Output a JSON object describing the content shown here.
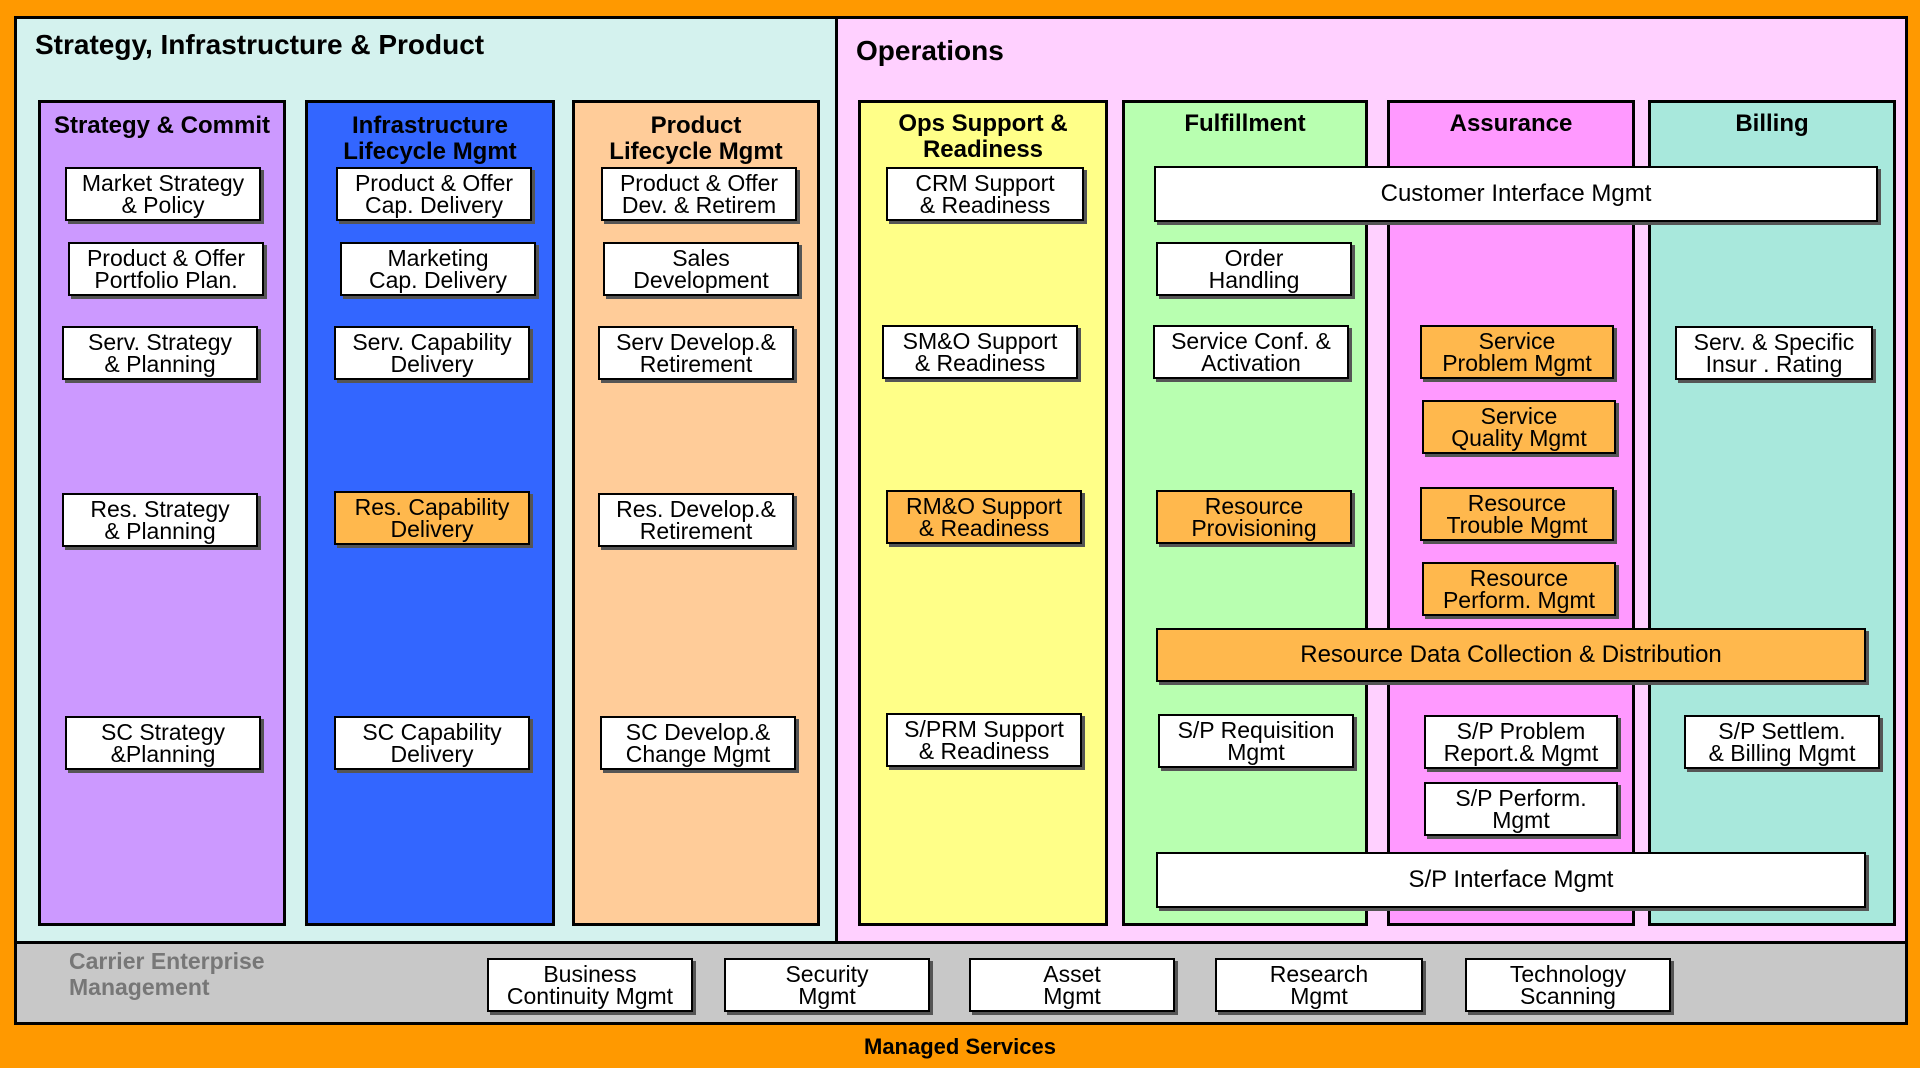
{
  "sip": {
    "title": "Strategy, Infrastructure & Product",
    "columns": [
      {
        "title": "Strategy & Commit",
        "boxes": [
          "Market Strategy\n& Policy",
          "Product & Offer\nPortfolio Plan.",
          "Serv. Strategy\n& Planning",
          "Res. Strategy\n& Planning",
          "SC Strategy\n&Planning"
        ]
      },
      {
        "title": "Infrastructure\nLifecycle Mgmt",
        "boxes": [
          "Product & Offer\nCap. Delivery",
          "Marketing\nCap. Delivery",
          "Serv. Capability\nDelivery",
          "Res. Capability\nDelivery",
          "SC Capability\nDelivery"
        ]
      },
      {
        "title": "Product\nLifecycle Mgmt",
        "boxes": [
          "Product & Offer\nDev. & Retirem",
          "Sales\nDevelopment",
          "Serv Develop.&\nRetirement",
          "Res. Develop.&\nRetirement",
          "SC Develop.&\nChange Mgmt"
        ]
      }
    ]
  },
  "ops": {
    "title": "Operations",
    "columns": [
      {
        "title": "Ops Support &\nReadiness",
        "boxes": [
          "CRM Support\n& Readiness",
          "SM&O Support\n& Readiness",
          "RM&O Support\n& Readiness",
          "S/PRM Support\n& Readiness"
        ]
      },
      {
        "title": "Fulfillment",
        "boxes": [
          "Order\nHandling",
          "Service Conf. &\nActivation",
          "Resource\nProvisioning",
          "S/P Requisition\nMgmt"
        ]
      },
      {
        "title": "Assurance",
        "boxes": [
          "Service\nProblem Mgmt",
          "Service\nQuality Mgmt",
          "Resource\nTrouble Mgmt",
          "Resource\nPerform. Mgmt",
          "S/P Problem\nReport.& Mgmt",
          "S/P Perform.\nMgmt"
        ]
      },
      {
        "title": "Billing",
        "boxes": [
          "Serv. & Specific\nInsur . Rating",
          "S/P Settlem.\n& Billing Mgmt"
        ]
      }
    ],
    "spanning": {
      "customer_interface": "Customer Interface Mgmt",
      "resource_data": "Resource Data Collection & Distribution",
      "sp_interface": "S/P Interface Mgmt"
    }
  },
  "cem": {
    "title": "Carrier Enterprise\nManagement",
    "boxes": [
      "Business\nContinuity Mgmt",
      "Security\nMgmt",
      "Asset\nMgmt",
      "Research\nMgmt",
      "Technology\nScanning"
    ]
  },
  "footer": "Managed Services",
  "colors": {
    "outer": "#FF9900",
    "sip_bg": "#D4F2EE",
    "ops_bg": "#FFD0FF",
    "strategy": "#CC99FF",
    "infrastructure": "#3366FF",
    "product": "#FFCC99",
    "ops_support": "#FFFF88",
    "fulfillment": "#B8FFB0",
    "assurance": "#FF99FF",
    "billing": "#A8E8DC",
    "cem_bg": "#C8C8C8",
    "highlight_box": "#FFB84D"
  }
}
